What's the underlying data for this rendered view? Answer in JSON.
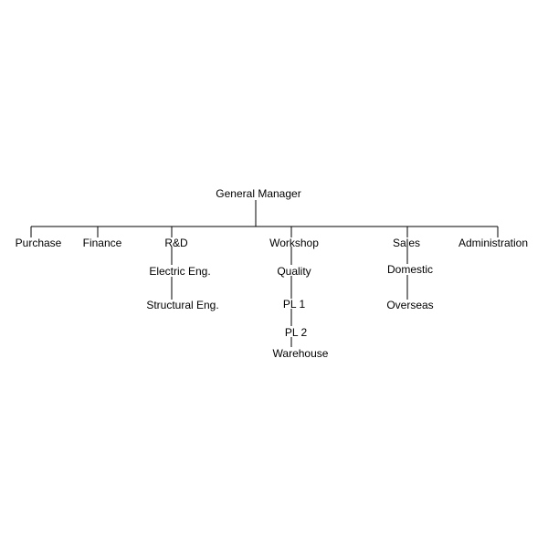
{
  "org_chart": {
    "root": "General Manager",
    "departments": [
      {
        "name": "Purchase",
        "children": []
      },
      {
        "name": "Finance",
        "children": []
      },
      {
        "name": "R&D",
        "children": [
          "Electric Eng.",
          "Structural Eng."
        ]
      },
      {
        "name": "Workshop",
        "children": [
          "Quality",
          "PL 1",
          "PL 2",
          "Warehouse"
        ]
      },
      {
        "name": "Sales",
        "children": [
          "Domestic",
          "Overseas"
        ]
      },
      {
        "name": "Administration",
        "children": []
      }
    ]
  },
  "colors": {
    "line": "#000000",
    "text": "#000000",
    "background": "#ffffff"
  }
}
